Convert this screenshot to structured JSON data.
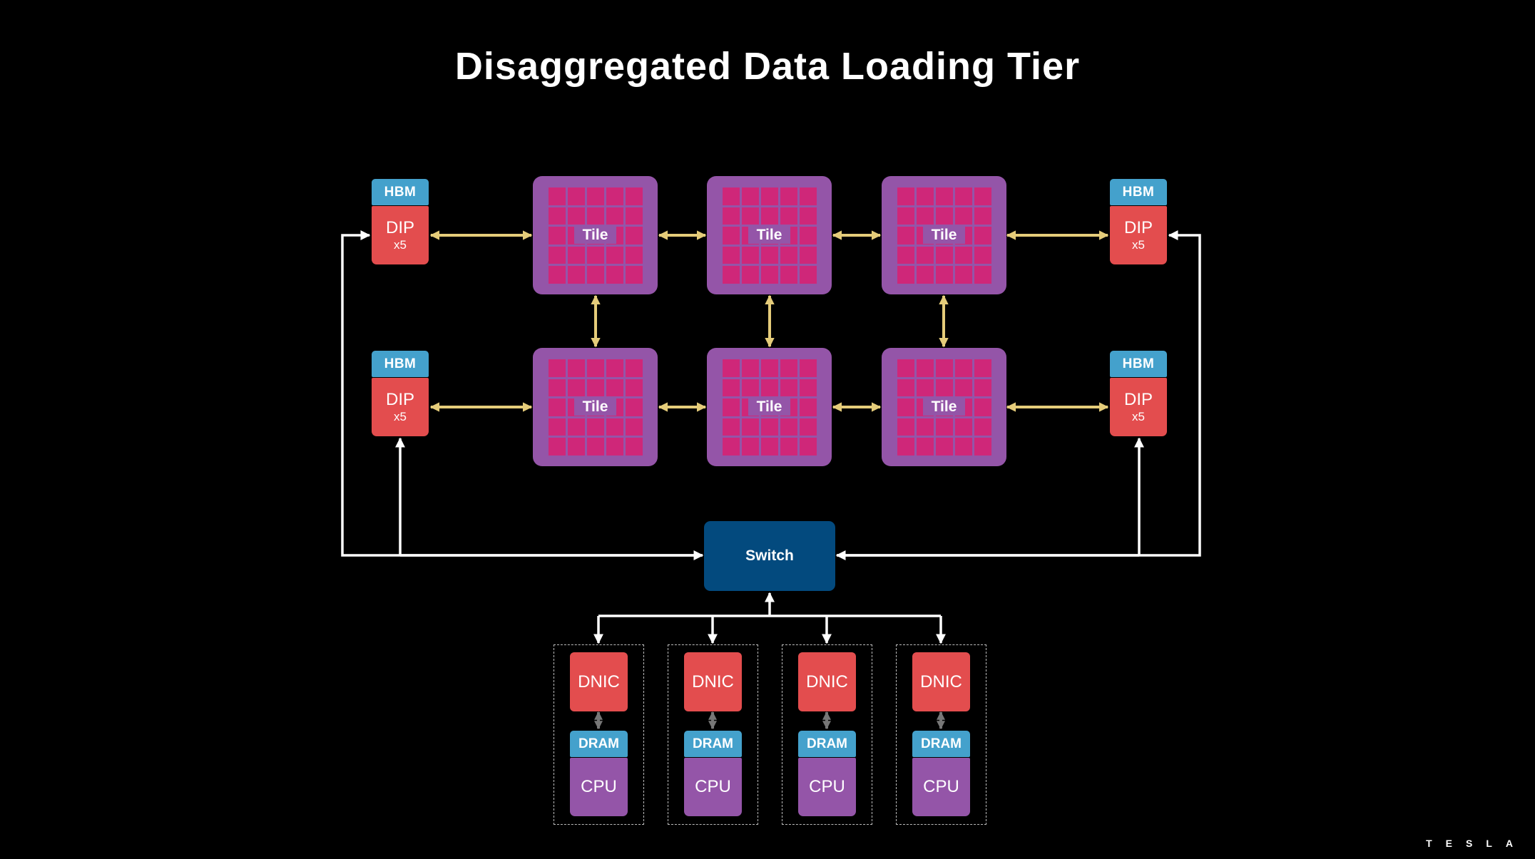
{
  "title": "Disaggregated Data Loading Tier",
  "colors": {
    "background": "#000000",
    "hbm": "#44a1cc",
    "dip": "#e34d4e",
    "tile_body": "#9455a8",
    "tile_cell": "#cf2779",
    "switch": "#034a7e",
    "tile_link": "#e5cc7a",
    "network_link": "#ffffff",
    "local_link": "#777777"
  },
  "dips": [
    {
      "id": "dip-top-left",
      "hbm": "HBM",
      "label": "DIP",
      "count": "x5"
    },
    {
      "id": "dip-bottom-left",
      "hbm": "HBM",
      "label": "DIP",
      "count": "x5"
    },
    {
      "id": "dip-top-right",
      "hbm": "HBM",
      "label": "DIP",
      "count": "x5"
    },
    {
      "id": "dip-bottom-right",
      "hbm": "HBM",
      "label": "DIP",
      "count": "x5"
    }
  ],
  "tiles": [
    {
      "label": "Tile"
    },
    {
      "label": "Tile"
    },
    {
      "label": "Tile"
    },
    {
      "label": "Tile"
    },
    {
      "label": "Tile"
    },
    {
      "label": "Tile"
    }
  ],
  "switch": {
    "label": "Switch"
  },
  "hosts": [
    {
      "nic": "DNIC",
      "memory": "DRAM",
      "cpu": "CPU"
    },
    {
      "nic": "DNIC",
      "memory": "DRAM",
      "cpu": "CPU"
    },
    {
      "nic": "DNIC",
      "memory": "DRAM",
      "cpu": "CPU"
    },
    {
      "nic": "DNIC",
      "memory": "DRAM",
      "cpu": "CPU"
    }
  ],
  "branding": {
    "logo": "TESLA"
  }
}
